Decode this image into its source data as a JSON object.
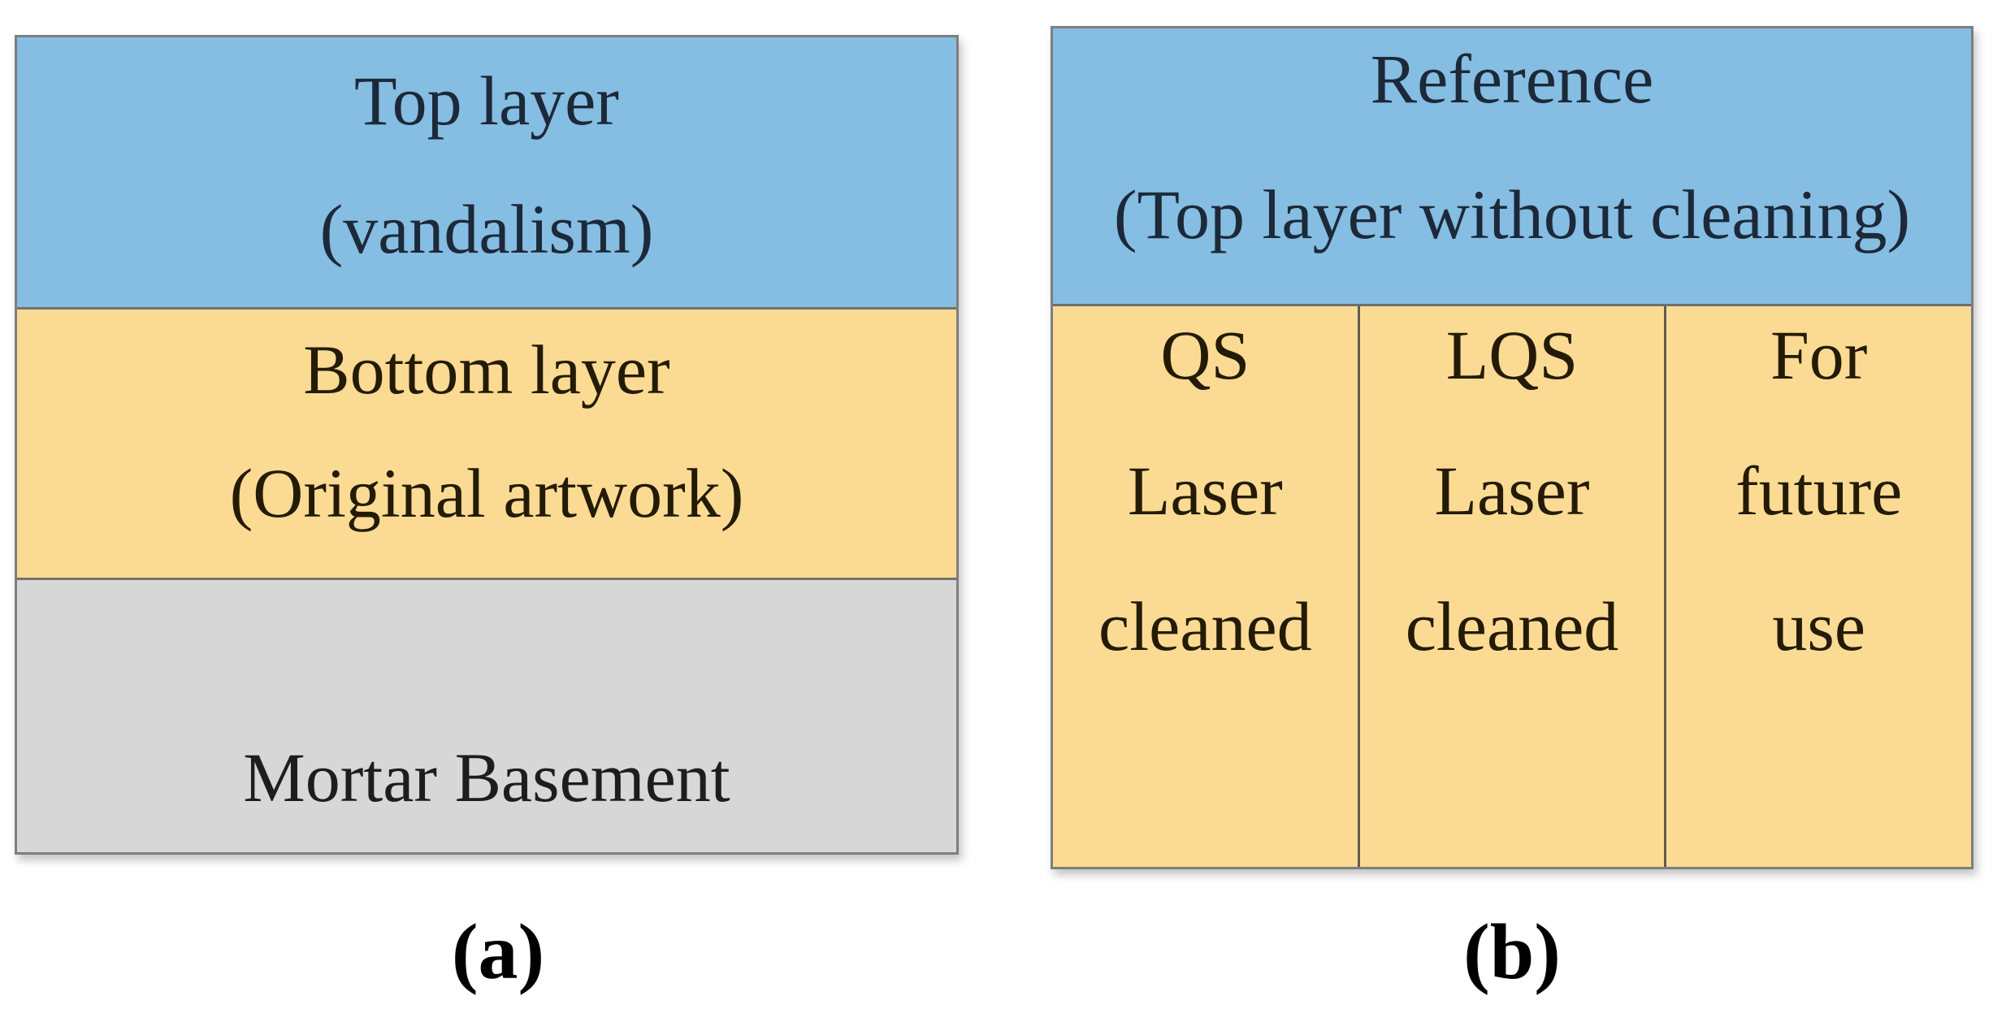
{
  "figure": {
    "panel_a": {
      "label": "(a)",
      "layers": [
        {
          "name": "top-layer-vandalism",
          "fill": "#86BDE2",
          "lines": [
            "Top layer",
            "(vandalism)"
          ]
        },
        {
          "name": "bottom-layer-original",
          "fill": "#FBDB93",
          "lines": [
            "Bottom layer",
            "(Original artwork)"
          ]
        },
        {
          "name": "mortar-basement",
          "fill": "#D7D7D7",
          "lines": [
            "Mortar Basement"
          ]
        }
      ]
    },
    "panel_b": {
      "label": "(b)",
      "header": {
        "name": "reference-header",
        "fill": "#86BDE2",
        "lines": [
          "Reference",
          "(Top layer without cleaning)"
        ]
      },
      "columns": [
        {
          "name": "qs-laser-cleaned",
          "fill": "#FBDB93",
          "lines": [
            "QS",
            "Laser",
            "cleaned"
          ]
        },
        {
          "name": "lqs-laser-cleaned",
          "fill": "#FBDB93",
          "lines": [
            "LQS",
            "Laser",
            "cleaned"
          ]
        },
        {
          "name": "for-future-use",
          "fill": "#FBDB93",
          "lines": [
            "For",
            "future",
            "use"
          ]
        }
      ]
    },
    "colors": {
      "blue_layer": "#86BDE2",
      "yellow_layer": "#FBDB93",
      "gray_layer": "#D7D7D7",
      "outer_border": "#7e7e7e",
      "column_divider": "#5f5b52",
      "background": "#ffffff"
    }
  }
}
